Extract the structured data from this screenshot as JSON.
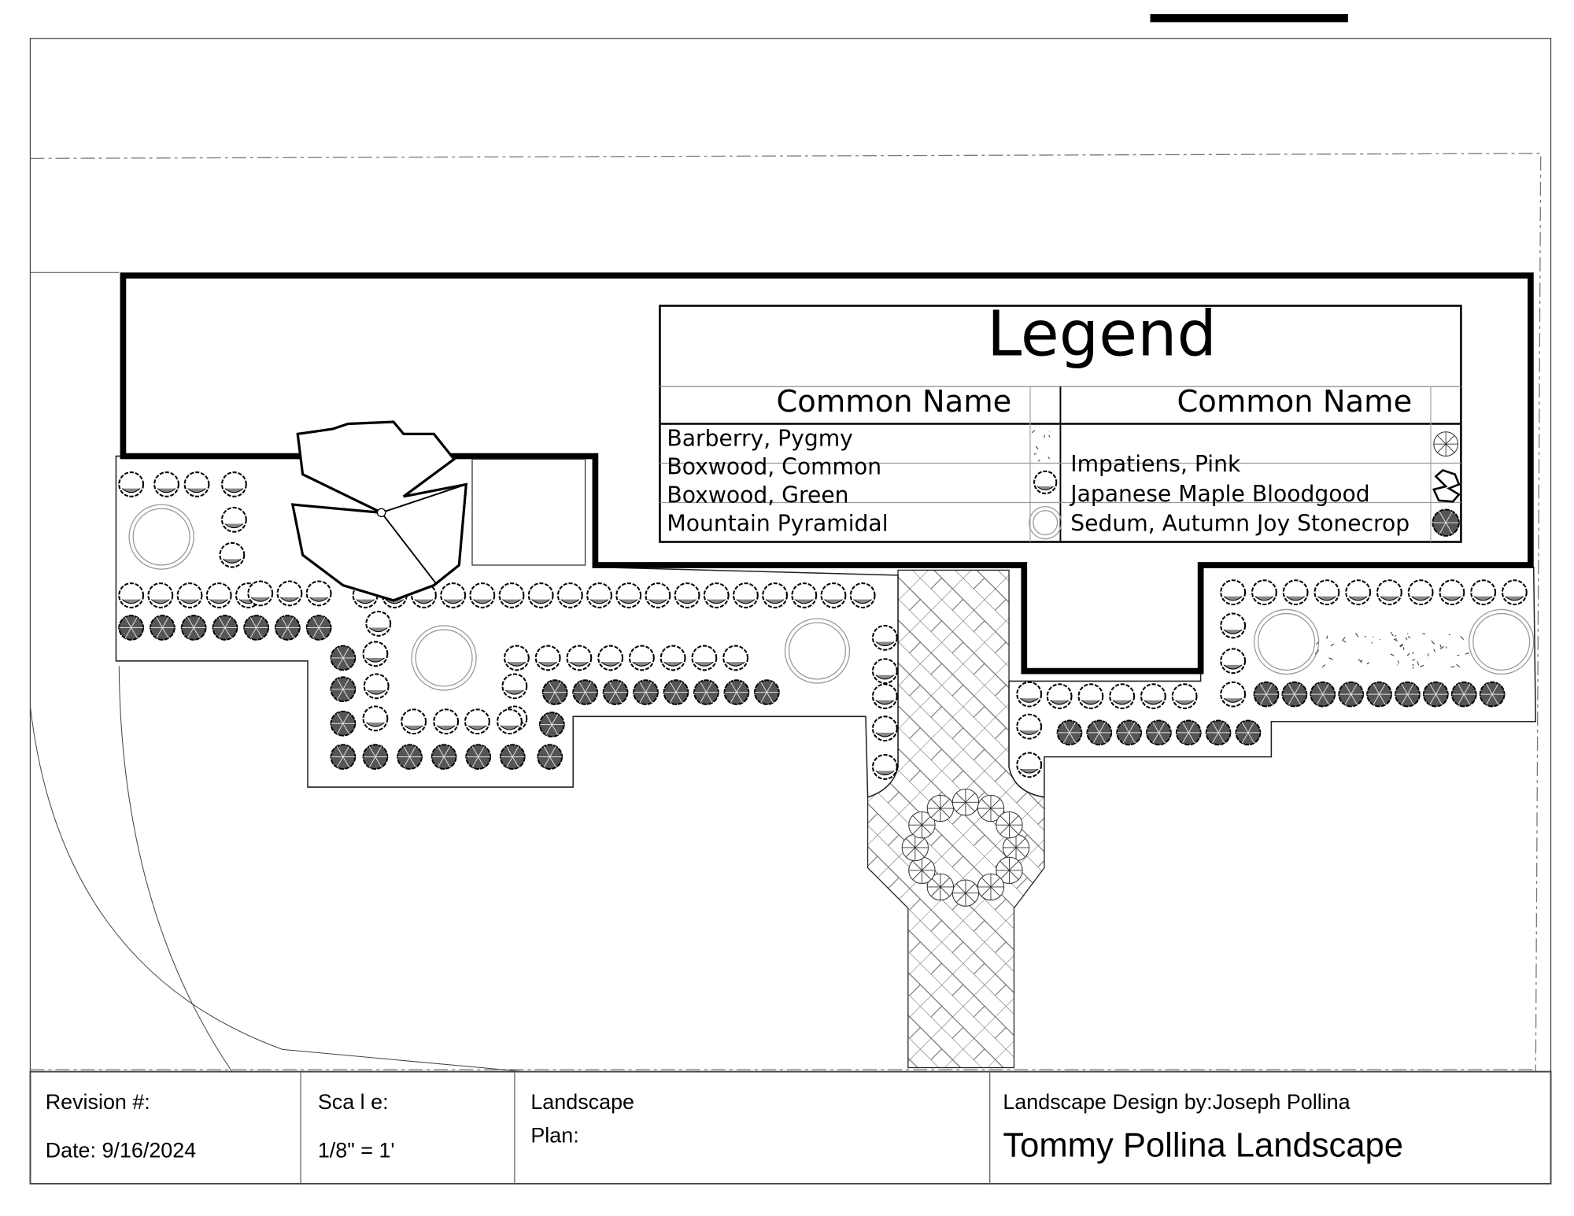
{
  "legend": {
    "title": "Legend",
    "col_header_left": "Common Name",
    "col_header_right": "Common Name",
    "left_items": [
      {
        "name": "Barberry, Pygmy",
        "icon": "barberry-symbol"
      },
      {
        "name": "Boxwood, Common",
        "icon": "boxwood-symbol"
      },
      {
        "name": "Boxwood, Green",
        "icon": "boxwood-symbol"
      },
      {
        "name": "Mountain Pyramidal",
        "icon": "double-circle-symbol"
      }
    ],
    "right_items": [
      {
        "name": "Impatiens, Pink",
        "icon": "impatiens-symbol"
      },
      {
        "name": "Japanese Maple Bloodgood",
        "icon": "maple-symbol"
      },
      {
        "name": "Sedum, Autumn Joy Stonecrop",
        "icon": "sedum-symbol"
      }
    ]
  },
  "title_block": {
    "revision_label": "Revision #:",
    "date": "Date: 9/16/2024",
    "scale_label": "Sca l e:",
    "scale_value": "1/8\" = 1'",
    "plan_line1": "Landscape",
    "plan_line2": "Plan:",
    "designer": "Landscape Design by:Joseph Pollina",
    "company": "Tommy Pollina Landscape"
  }
}
